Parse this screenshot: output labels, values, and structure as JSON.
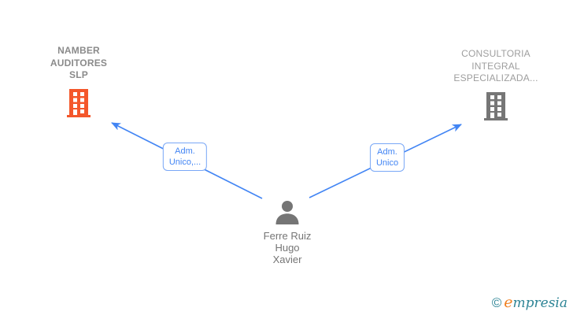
{
  "colors": {
    "edge": "#4285f4",
    "edge_label_border": "#79a7f6",
    "edge_label_text": "#4285f4",
    "company_left_icon": "#f4572b",
    "company_right_icon": "#767676",
    "person_icon": "#757575",
    "company_left_text": "#8a8a8a",
    "company_right_text": "#9e9e9e",
    "person_text": "#757575",
    "watermark_teal": "#2e8596",
    "watermark_orange": "#f08122"
  },
  "nodes": {
    "company_left": {
      "lines": [
        "NAMBER",
        "AUDITORES",
        "SLP"
      ]
    },
    "company_right": {
      "lines": [
        "CONSULTORIA",
        "INTEGRAL",
        "ESPECIALIZADA..."
      ]
    },
    "person": {
      "lines": [
        "Ferre Ruiz",
        "Hugo",
        "Xavier"
      ]
    }
  },
  "edges": {
    "left": {
      "label_lines": [
        "Adm.",
        "Unico,..."
      ]
    },
    "right": {
      "label_lines": [
        "Adm.",
        "Unico"
      ]
    }
  },
  "watermark": {
    "symbol": "©",
    "brand_accent": "e",
    "brand_rest": "mpresia"
  }
}
